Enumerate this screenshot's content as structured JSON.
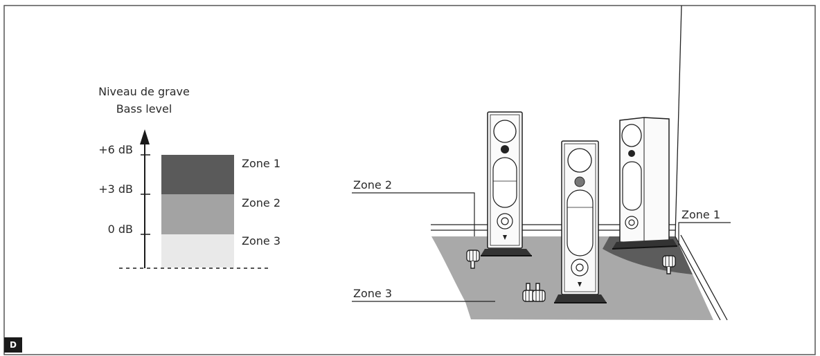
{
  "panel_label": "D",
  "scale": {
    "title_fr": "Niveau de grave",
    "title_en": "Bass level",
    "ticks": [
      "+6 dB",
      "+3 dB",
      "0 dB"
    ],
    "zones": [
      {
        "label": "Zone 1",
        "color": "#5a5a5a"
      },
      {
        "label": "Zone 2",
        "color": "#a3a3a3"
      },
      {
        "label": "Zone 3",
        "color": "#e9e9e9"
      }
    ]
  },
  "room": {
    "zone_labels": [
      "Zone 2",
      "Zone 3",
      "Zone 1"
    ],
    "floor_color": "#a9a9a9",
    "corner_color": "#5c5c5c",
    "icons": [
      "thumbs-down-icon",
      "thumbs-up-icon",
      "thumbs-down-icon"
    ]
  }
}
